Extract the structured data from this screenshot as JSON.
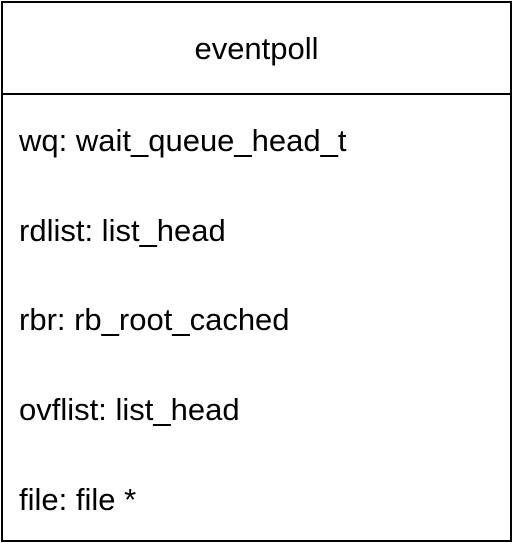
{
  "class": {
    "name": "eventpoll",
    "fields": [
      "wq: wait_queue_head_t",
      "rdlist: list_head",
      "rbr: rb_root_cached",
      "ovflist: list_head",
      "file: file *"
    ]
  }
}
